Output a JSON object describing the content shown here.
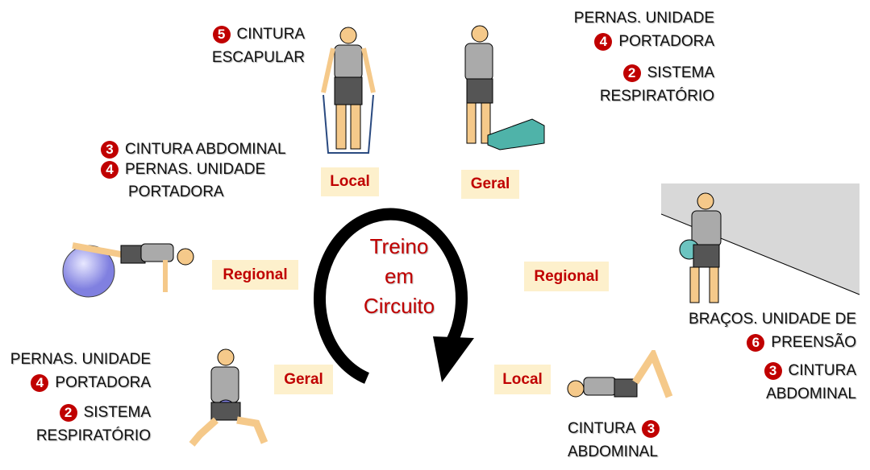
{
  "center_label": [
    "Treino",
    "em",
    "Circuito"
  ],
  "tags": {
    "top_left": "Local",
    "top_right": "Geral",
    "mid_left": "Regional",
    "mid_right": "Regional",
    "bottom_left": "Geral",
    "bottom_right": "Local"
  },
  "blocks": {
    "top_left_a": {
      "badge": "5",
      "lines": [
        "CINTURA",
        "ESCAPULAR"
      ]
    },
    "top_left_b": {
      "items": [
        {
          "badge": "3",
          "text": "CINTURA ABDOMINAL"
        },
        {
          "badge": "4",
          "text": "PERNAS. UNIDADE",
          "cont": "PORTADORA"
        }
      ]
    },
    "top_right": {
      "l1": "PERNAS. UNIDADE",
      "badge1": "4",
      "l2": "PORTADORA",
      "badge2": "2",
      "l3": "SISTEMA",
      "l4": "RESPIRATÓRIO"
    },
    "mid_right": {
      "l1": "BRAÇOS. UNIDADE DE",
      "badge1": "6",
      "l2": "PREENSÃO",
      "badge2": "3",
      "l3": "CINTURA",
      "l4": "ABDOMINAL"
    },
    "bottom_left": {
      "l1": "PERNAS. UNIDADE",
      "badge1": "4",
      "l2": "PORTADORA",
      "badge2": "2",
      "l3": "SISTEMA",
      "l4": "RESPIRATÓRIO"
    },
    "bottom_right": {
      "l1": "CINTURA",
      "badge1": "3",
      "l2": "ABDOMINAL"
    }
  },
  "colors": {
    "accent": "#c00000",
    "tag_bg": "#fdf0cc"
  }
}
